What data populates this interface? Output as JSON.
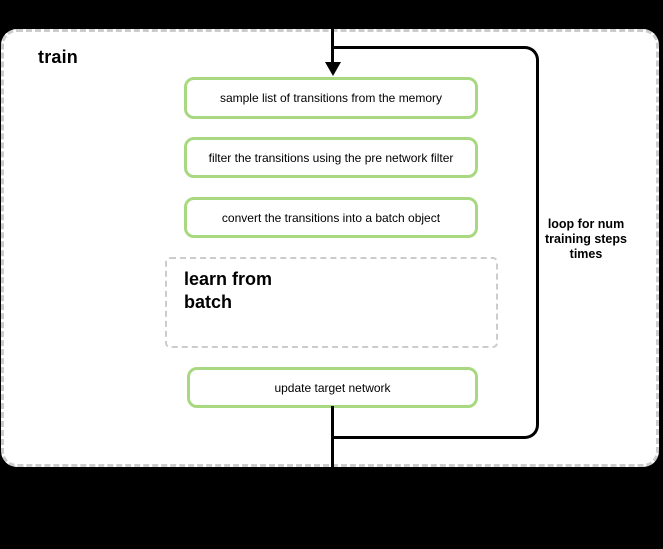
{
  "colors": {
    "background": "#000000",
    "panel_fill": "#ffffff",
    "panel_border": "#cccccc",
    "node_border": "#a8d880",
    "connector": "#000000",
    "text": "#000000"
  },
  "diagram": {
    "container_label": "train",
    "steps": [
      {
        "label": "sample list of transitions from the memory"
      },
      {
        "label": "filter the transitions using the pre network filter"
      },
      {
        "label": "convert the transitions into a batch object"
      }
    ],
    "subprocess": {
      "label": "learn from\nbatch"
    },
    "final_step": {
      "label": "update target network"
    },
    "loop": {
      "label": "loop for num\ntraining steps\ntimes"
    }
  }
}
